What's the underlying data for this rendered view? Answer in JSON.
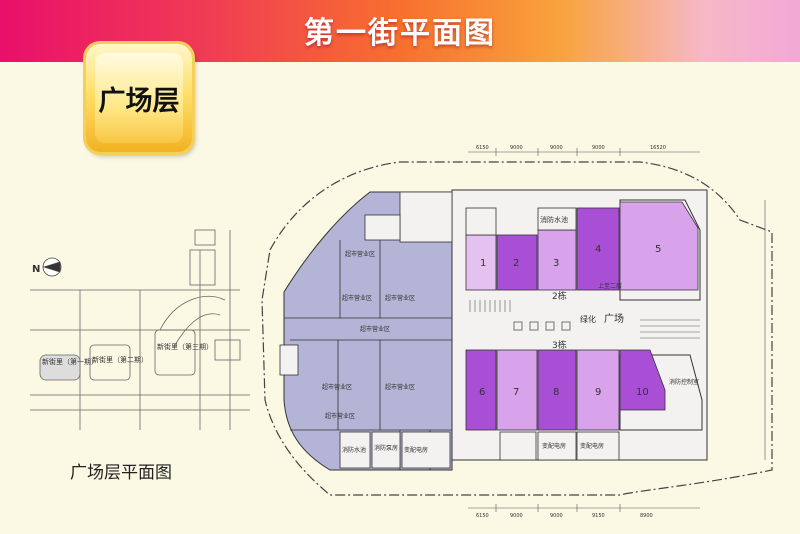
{
  "page_title": "第一街平面图",
  "floor_badge": "广场层",
  "caption": "广场层平面图",
  "colors": {
    "unit_dark": "#a94fd6",
    "unit_light": "#d9a3ec",
    "unit_pale": "#e4c2f0",
    "anchor_gray": "#b4b4d6",
    "banner_left": "#e8106a",
    "banner_right": "#f2a9d6"
  },
  "dimensions": {
    "top": [
      "6150",
      "9000",
      "9000",
      "9000",
      "16520"
    ],
    "bottom": [
      "6150",
      "9000",
      "9000",
      "9150",
      "8900"
    ]
  },
  "shops_north": [
    "1",
    "2",
    "3",
    "4",
    "5"
  ],
  "shops_south": [
    "6",
    "7",
    "8",
    "9",
    "10"
  ],
  "buildings": {
    "north": "2栋",
    "south": "3栋"
  },
  "plaza": {
    "green": "绿化",
    "label": "广场"
  },
  "rooms": {
    "fire_pool": "消防水池",
    "fire_control": "消防控制室",
    "distribution": "变配电房",
    "pump": "消防泵房",
    "stairs_up": "上至二层"
  },
  "anchor_labels": [
    "超市营业区",
    "超市营业区",
    "超市营业区",
    "超市营业区",
    "超市营业区",
    "超市营业区",
    "超市营业区"
  ],
  "location_map": {
    "compass": "N",
    "blocks": [
      "新街里（第一期）",
      "新街里（第二期）",
      "新街里（第三期）"
    ]
  }
}
